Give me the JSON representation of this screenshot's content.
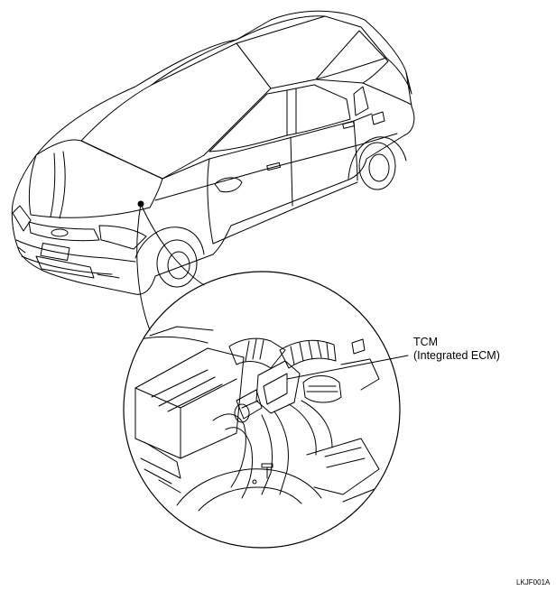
{
  "callout": {
    "line1": "TCM",
    "line2": "(Integrated ECM)"
  },
  "figure_code": "LKJF001A",
  "colors": {
    "ink": "#000000",
    "paper": "#ffffff"
  }
}
